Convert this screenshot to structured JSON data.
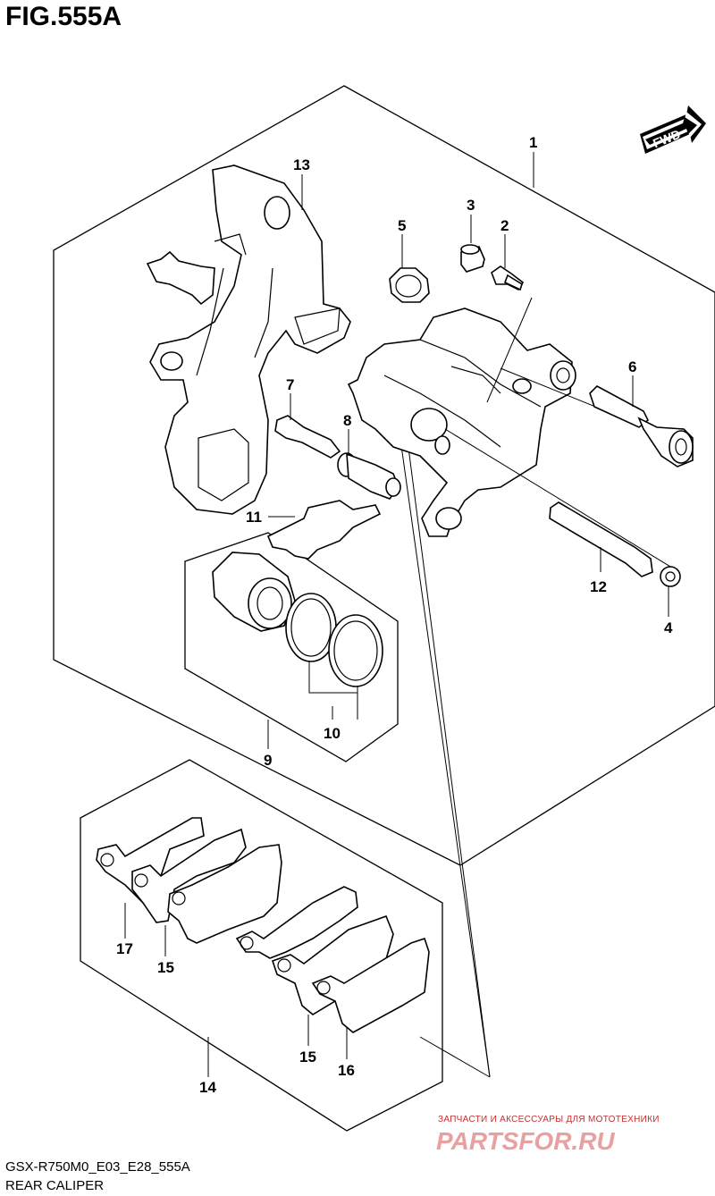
{
  "figure": {
    "title": "FIG.555A",
    "code": "GSX-R750M0_E03_E28_555A",
    "caption": "REAR CALIPER"
  },
  "direction_badge": {
    "label": "FWD",
    "icon": "forward-arrow-icon"
  },
  "callouts": [
    "1",
    "2",
    "3",
    "4",
    "5",
    "6",
    "7",
    "8",
    "9",
    "10",
    "11",
    "12",
    "13",
    "14",
    "15",
    "15",
    "16",
    "17"
  ],
  "watermark": {
    "tagline": "ЗАПЧАСТИ И АКСЕССУАРЫ ДЛЯ МОТОТЕХНИКИ",
    "logo": "PARTSFOR.RU",
    "color": "#e9a0a0"
  }
}
